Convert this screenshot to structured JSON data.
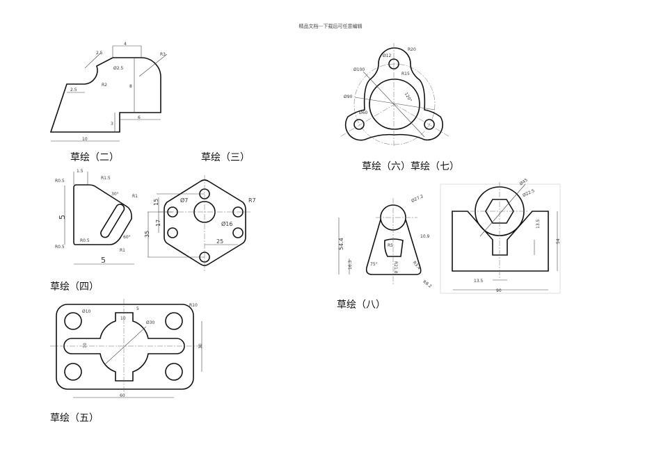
{
  "header": "精品文档---下载后可任意编辑",
  "captions": {
    "s2": "草绘（二）",
    "s3": "草绘（三）",
    "s4": "草绘（四）",
    "s5": "草绘（五）",
    "s67": "草绘（六）草绘（七）",
    "s8": "草绘（八）"
  },
  "dims": {
    "s2": [
      "4",
      "2.5",
      "R3",
      "R2",
      "2.5",
      "8",
      "6",
      "3",
      "10",
      "Ø2.5"
    ],
    "s3": [
      "15",
      "Ø7",
      "R7",
      "17",
      "35",
      "Ø16",
      "25"
    ],
    "s4": [
      "1.5",
      "R0.5",
      "R1.5",
      "30°",
      "R1",
      "5",
      "R0.5",
      "R0.5",
      "60°",
      "R1",
      "5"
    ],
    "s5": [
      "Ø10",
      "5",
      "R10",
      "10",
      "Ø30",
      "10",
      "30",
      "60"
    ],
    "s67": [
      "R20",
      "Ø12",
      "Ø100",
      "R15",
      "Ø90",
      "120°",
      "Ø60"
    ],
    "s8a": [
      "Ø27.2",
      "10.9",
      "54.4",
      "R5",
      "16.3",
      "R3.4",
      "75°",
      "R21.8",
      "R8.2"
    ],
    "s8b": [
      "Ø45",
      "Ø22.5",
      "13.5",
      "54",
      "13.5",
      "90"
    ]
  }
}
